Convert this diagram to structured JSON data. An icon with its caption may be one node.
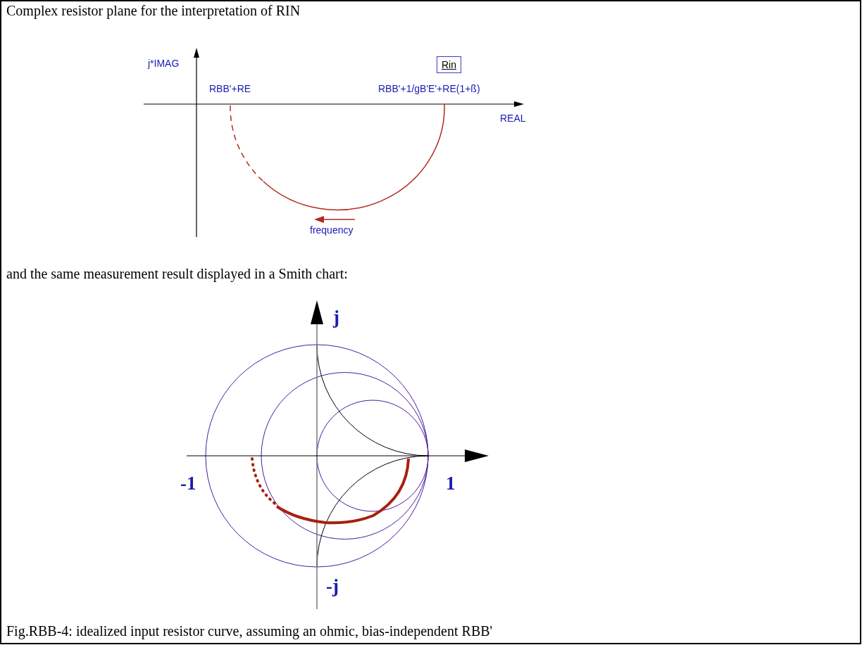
{
  "diagram": {
    "title": "Complex resistor plane for the interpretation of RIN",
    "caption": "Fig.RBB-4:  idealized input resistor curve, assuming an ohmic, bias-independent RBB'",
    "nodes": [
      {
        "text": [
          "Rin"
        ]
      }
    ],
    "edges": [],
    "labels": [
      "j*IMAG",
      "RBB'+RE",
      "RBB'+1/gB'E'+RE(1+ß)",
      "REAL",
      "frequency",
      "and the same measurement result displayed in a Smith chart:",
      "j",
      "-1",
      "1",
      "-j"
    ]
  }
}
